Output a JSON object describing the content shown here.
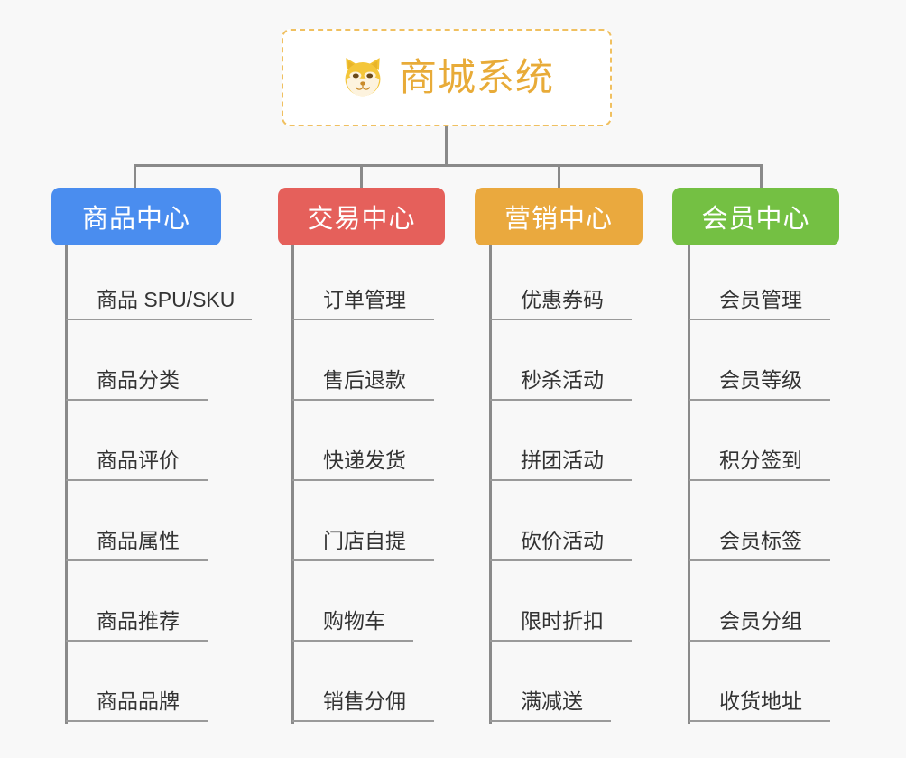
{
  "background_color": "#f8f8f8",
  "root": {
    "title": "商城系统",
    "icon": "shiba-dog-face-icon",
    "text_color": "#e8ab38",
    "border_color": "#f0c060",
    "background": "#ffffff"
  },
  "connector_color": "#8a8a8a",
  "columns": [
    {
      "title": "商品中心",
      "color": "#4a8def",
      "items": [
        "商品 SPU/SKU",
        "商品分类",
        "商品评价",
        "商品属性",
        "商品推荐",
        "商品品牌"
      ]
    },
    {
      "title": "交易中心",
      "color": "#e5605b",
      "items": [
        "订单管理",
        "售后退款",
        "快递发货",
        "门店自提",
        "购物车",
        "销售分佣"
      ]
    },
    {
      "title": "营销中心",
      "color": "#eaa93e",
      "items": [
        "优惠券码",
        "秒杀活动",
        "拼团活动",
        "砍价活动",
        "限时折扣",
        "满减送"
      ]
    },
    {
      "title": "会员中心",
      "color": "#74c043",
      "items": [
        "会员管理",
        "会员等级",
        "积分签到",
        "会员标签",
        "会员分组",
        "收货地址"
      ]
    }
  ]
}
